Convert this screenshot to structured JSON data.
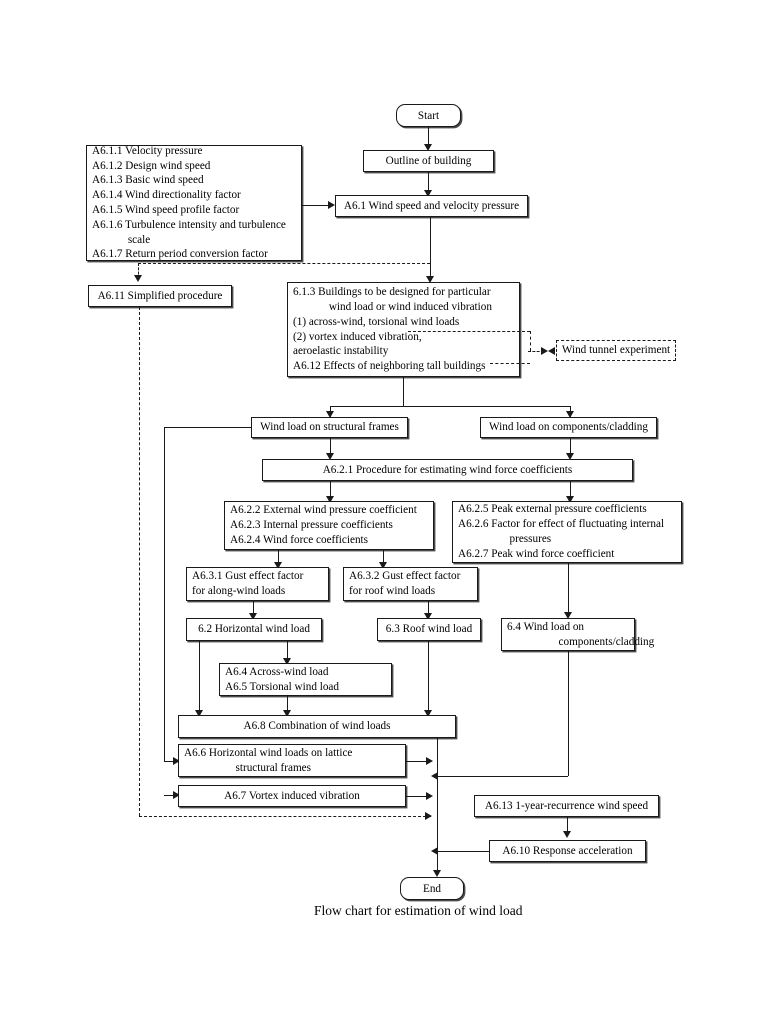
{
  "diagram": {
    "caption": "Flow chart for estimation of wind load",
    "terminators": {
      "start": "Start",
      "end": "End"
    },
    "nodes": {
      "outline_of_building": "Outline of building",
      "a61_wind_speed": "A6.1 Wind speed and velocity pressure",
      "a611_simplified": "A6.11 Simplified procedure",
      "wind_tunnel": "Wind tunnel experiment",
      "wind_load_frames": "Wind load on structural frames",
      "wind_load_cladding": "Wind load on components/cladding",
      "a621_procedure": "A6.2.1 Procedure for estimating wind force coefficients",
      "horiz_wind_load": "6.2 Horizontal wind load",
      "roof_wind_load": "6.3 Roof wind load",
      "a68_combination": "A6.8 Combination of wind loads",
      "a67_vortex": "A6.7 Vortex induced vibration",
      "a613_recurrence": "A6.13 1-year-recurrence wind speed",
      "a610_response": "A6.10 Response acceleration"
    },
    "velocity_pressure_list": [
      "A6.1.1 Velocity pressure",
      "A6.1.2 Design wind speed",
      "A6.1.3 Basic wind speed",
      "A6.1.4 Wind directionality factor",
      "A6.1.5 Wind speed profile factor",
      "A6.1.6 Turbulence intensity and turbulence",
      "scale",
      "A6.1.7 Return period conversion factor"
    ],
    "buildings_particular": [
      "6.1.3 Buildings to be designed for particular",
      "wind load or wind induced vibration",
      "(1) across-wind, torsional wind loads",
      "(2) vortex induced vibration,",
      "aeroelastic instability",
      "A6.12 Effects of neighboring tall buildings"
    ],
    "pressure_coeff_left": [
      "A6.2.2 External wind pressure coefficient",
      "A6.2.3 Internal pressure coefficients",
      "A6.2.4 Wind force coefficients"
    ],
    "pressure_coeff_right": [
      "A6.2.5 Peak external pressure coefficients",
      "A6.2.6 Factor for effect of fluctuating internal",
      "pressures",
      "A6.2.7 Peak wind force coefficient"
    ],
    "gust_along": [
      "A6.3.1 Gust effect factor",
      "for along-wind loads"
    ],
    "gust_roof": [
      "A6.3.2 Gust effect factor",
      "for roof wind loads"
    ],
    "cladding_load": [
      "6.4 Wind load on",
      "components/cladding"
    ],
    "across_torsional": [
      "A6.4 Across-wind load",
      "A6.5 Torsional wind load"
    ],
    "lattice_frames": [
      "A6.6 Horizontal wind loads on lattice",
      "structural frames"
    ]
  },
  "style": {
    "line_color": "#1a1a1a",
    "background": "#ffffff"
  }
}
